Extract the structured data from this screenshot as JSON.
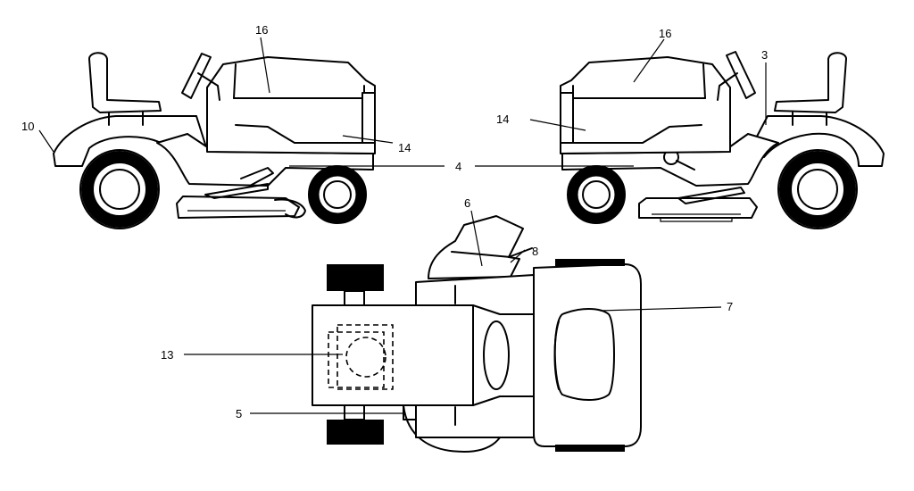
{
  "callouts": {
    "c3": "3",
    "c4": "4",
    "c5": "5",
    "c6": "6",
    "c7": "7",
    "c8": "8",
    "c10": "10",
    "c13": "13",
    "c14_left": "14",
    "c14_right": "14",
    "c16_left": "16",
    "c16_right": "16"
  },
  "colors": {
    "line": "#000000",
    "background": "#ffffff"
  }
}
